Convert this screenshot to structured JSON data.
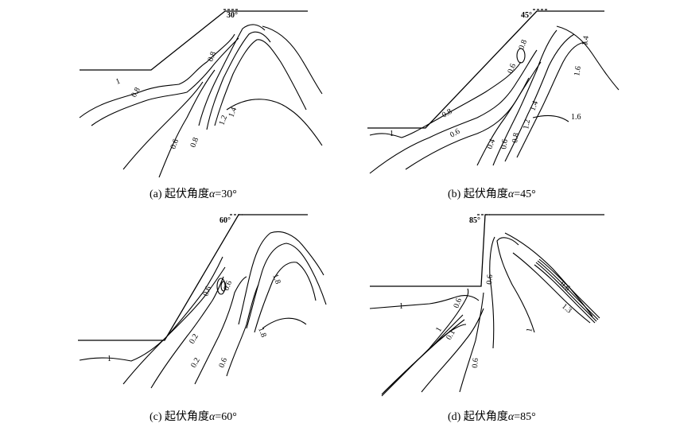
{
  "panels": [
    {
      "id": "a",
      "angle_label": "30°",
      "caption_prefix": "(a) 起伏角度",
      "caption_symbol": "α",
      "caption_value": "=30°",
      "contour_labels": [
        "0.8",
        "1",
        "0.8",
        "0.6",
        "0.8",
        "1.4",
        "1.2"
      ]
    },
    {
      "id": "b",
      "angle_label": "45°",
      "caption_prefix": "(b) 起伏角度",
      "caption_symbol": "α",
      "caption_value": "=45°",
      "contour_labels": [
        "1.4",
        "1.6",
        "0.8",
        "0.6",
        "0.8",
        "0.6",
        "1",
        "0.4",
        "0.6",
        "0.8",
        "1.2",
        "1.4",
        "1.6"
      ]
    },
    {
      "id": "c",
      "angle_label": "60°",
      "caption_prefix": "(c) 起伏角度",
      "caption_symbol": "α",
      "caption_value": "=60°",
      "contour_labels": [
        "1.8",
        "0.6",
        "0.6",
        "0.2",
        "0.2",
        "1",
        "0.6",
        "1.8"
      ]
    },
    {
      "id": "d",
      "angle_label": "85°",
      "caption_prefix": "(d) 起伏角度",
      "caption_symbol": "α",
      "caption_value": "=85°",
      "contour_labels": [
        "0.6",
        "1",
        "0.6",
        "1",
        "0.1",
        "0.6",
        "0.6",
        "1.3",
        "1"
      ]
    }
  ]
}
